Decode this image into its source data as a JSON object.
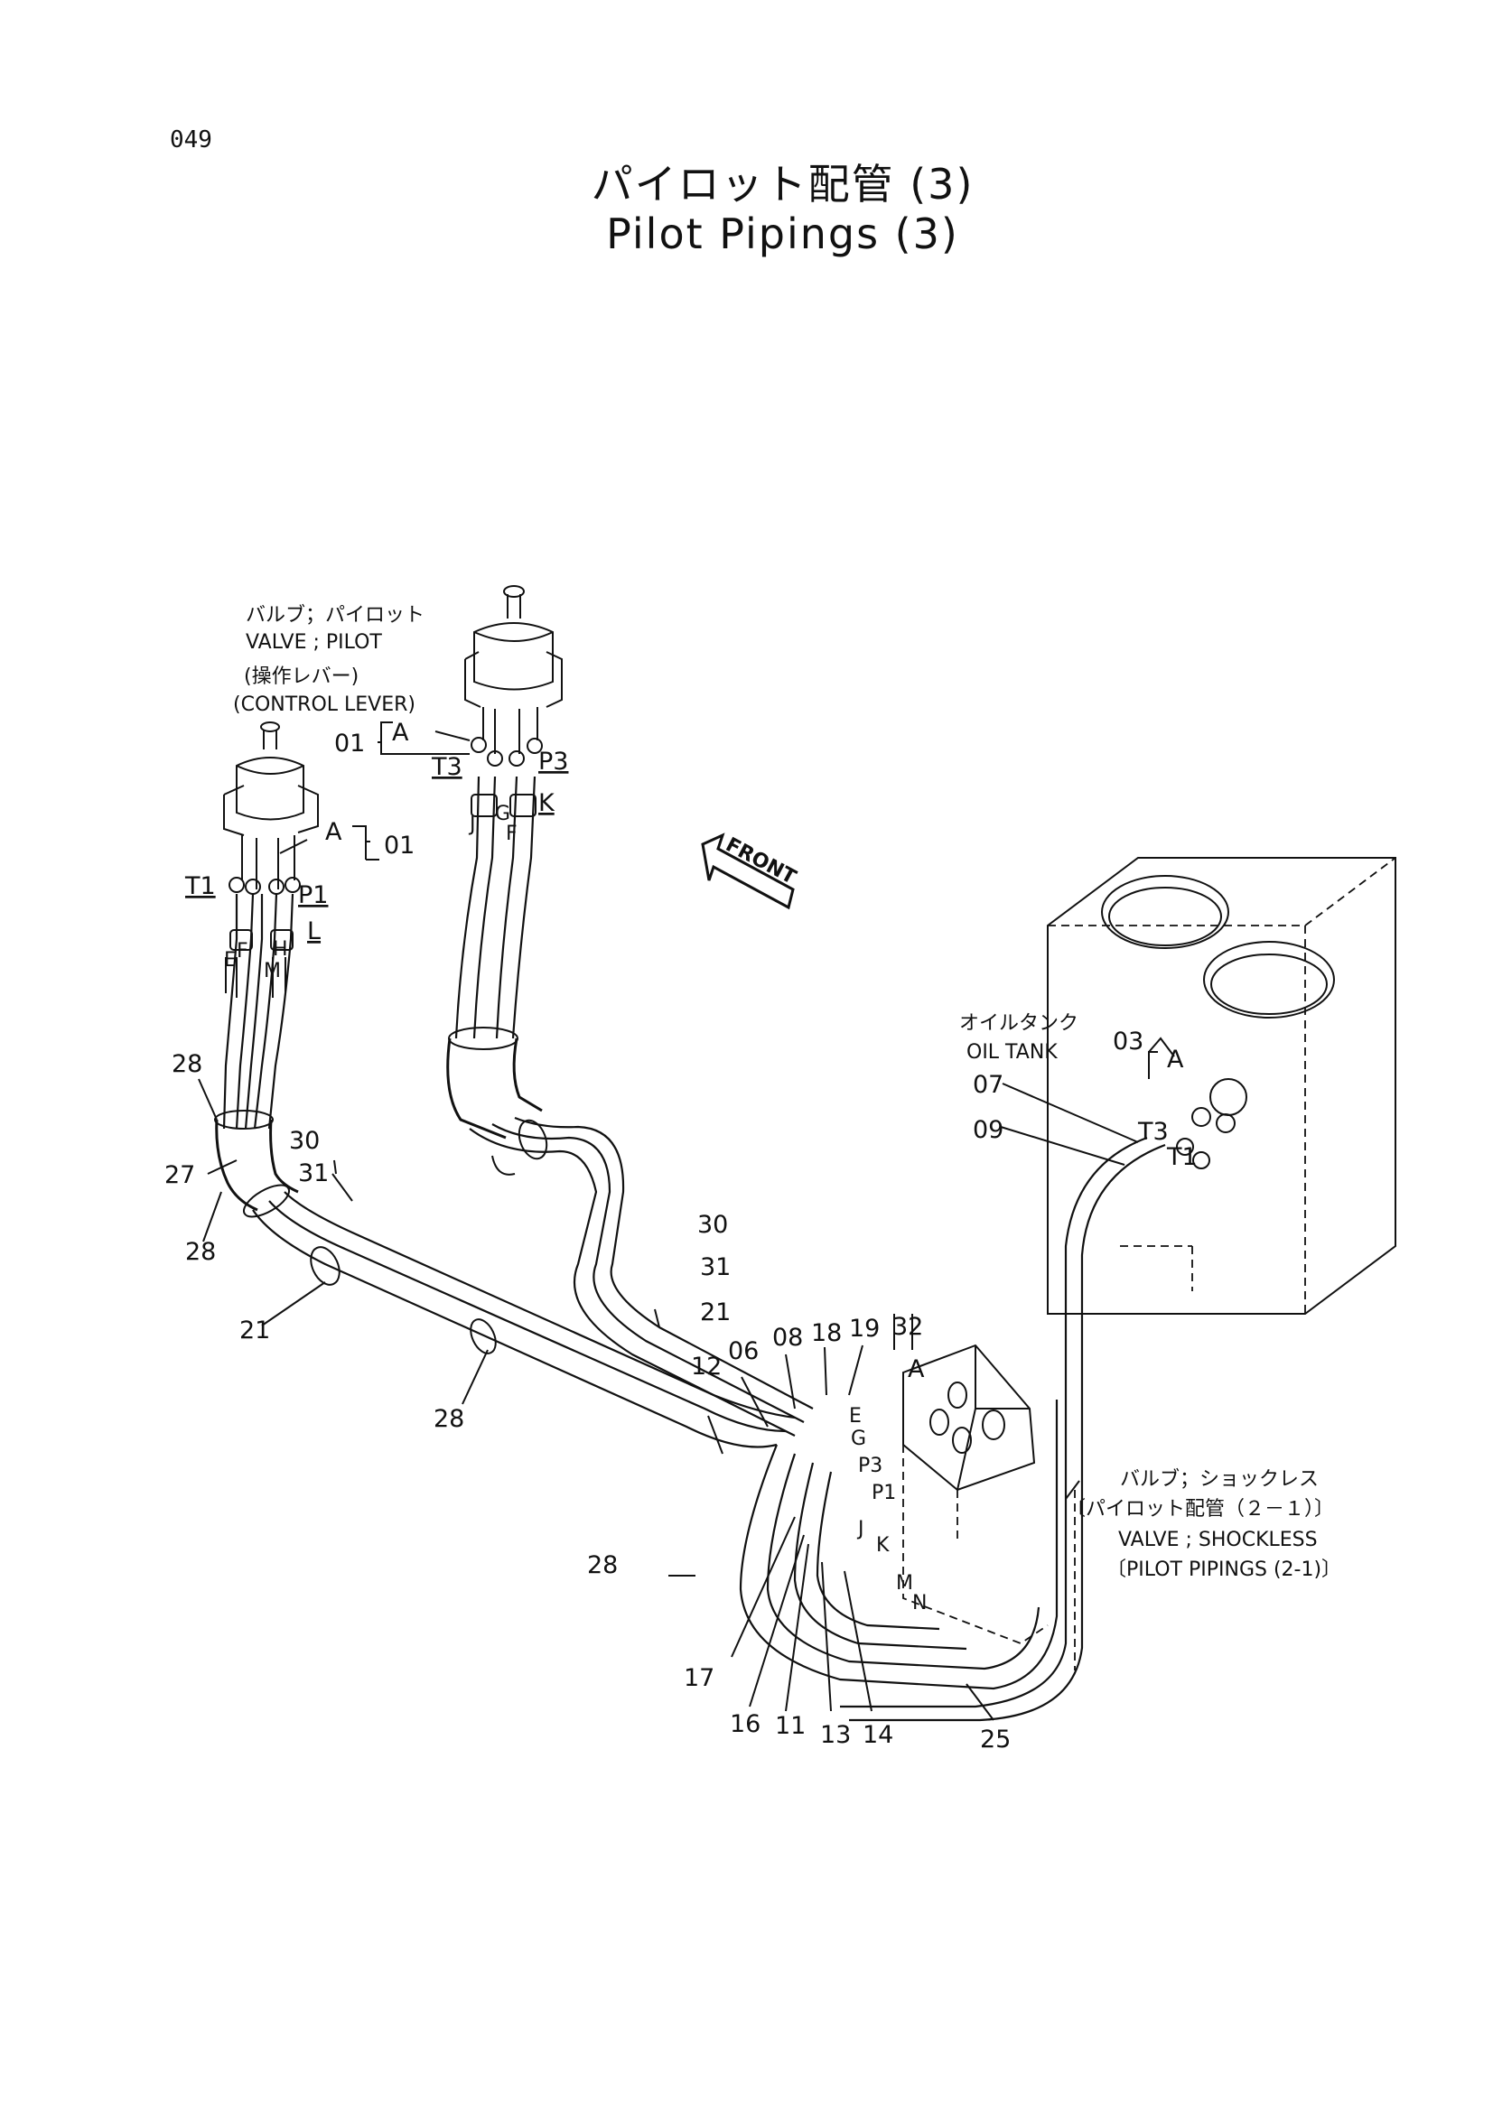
{
  "page_number": "049",
  "title_jp": "パイロット配管 (3)",
  "title_en": "Pilot Pipings (3)",
  "labels": {
    "pilot_valve_jp": "バルブ；パイロット",
    "pilot_valve_en": "VALVE ; PILOT",
    "control_lever_jp": "(操作レバー)",
    "control_lever_en": "(CONTROL LEVER)",
    "front": "FRONT",
    "oil_tank_jp": "オイルタンク",
    "oil_tank_en": "OIL TANK",
    "shockless_jp": "バルブ；ショックレス",
    "shockless_ref_jp": "〔パイロット配管（２－１）〕",
    "shockless_en": "VALVE ; SHOCKLESS",
    "shockless_ref_en": "〔PILOT PIPINGS (2-1)〕"
  },
  "callouts": {
    "c01a": "01",
    "c01b": "01",
    "cA1": "A",
    "cA2": "A",
    "cA3": "A",
    "cA4": "A",
    "c03": "03",
    "c07": "07",
    "c09": "09",
    "c06": "06",
    "c08": "08",
    "c11": "11",
    "c12": "12",
    "c13": "13",
    "c14": "14",
    "c16": "16",
    "c17": "17",
    "c18": "18",
    "c19": "19",
    "c21a": "21",
    "c21b": "21",
    "c25": "25",
    "c27": "27",
    "c28a": "28",
    "c28b": "28",
    "c28c": "28",
    "c28d": "28",
    "c30a": "30",
    "c30b": "30",
    "c31a": "31",
    "c31b": "31",
    "c32": "32"
  },
  "ports": {
    "T1": "T1",
    "P1": "P1",
    "L": "L",
    "T3": "T3",
    "P3": "P3",
    "K": "K",
    "E": "E",
    "F": "F",
    "G": "G",
    "H": "H",
    "J": "J",
    "M": "M",
    "N": "N"
  }
}
